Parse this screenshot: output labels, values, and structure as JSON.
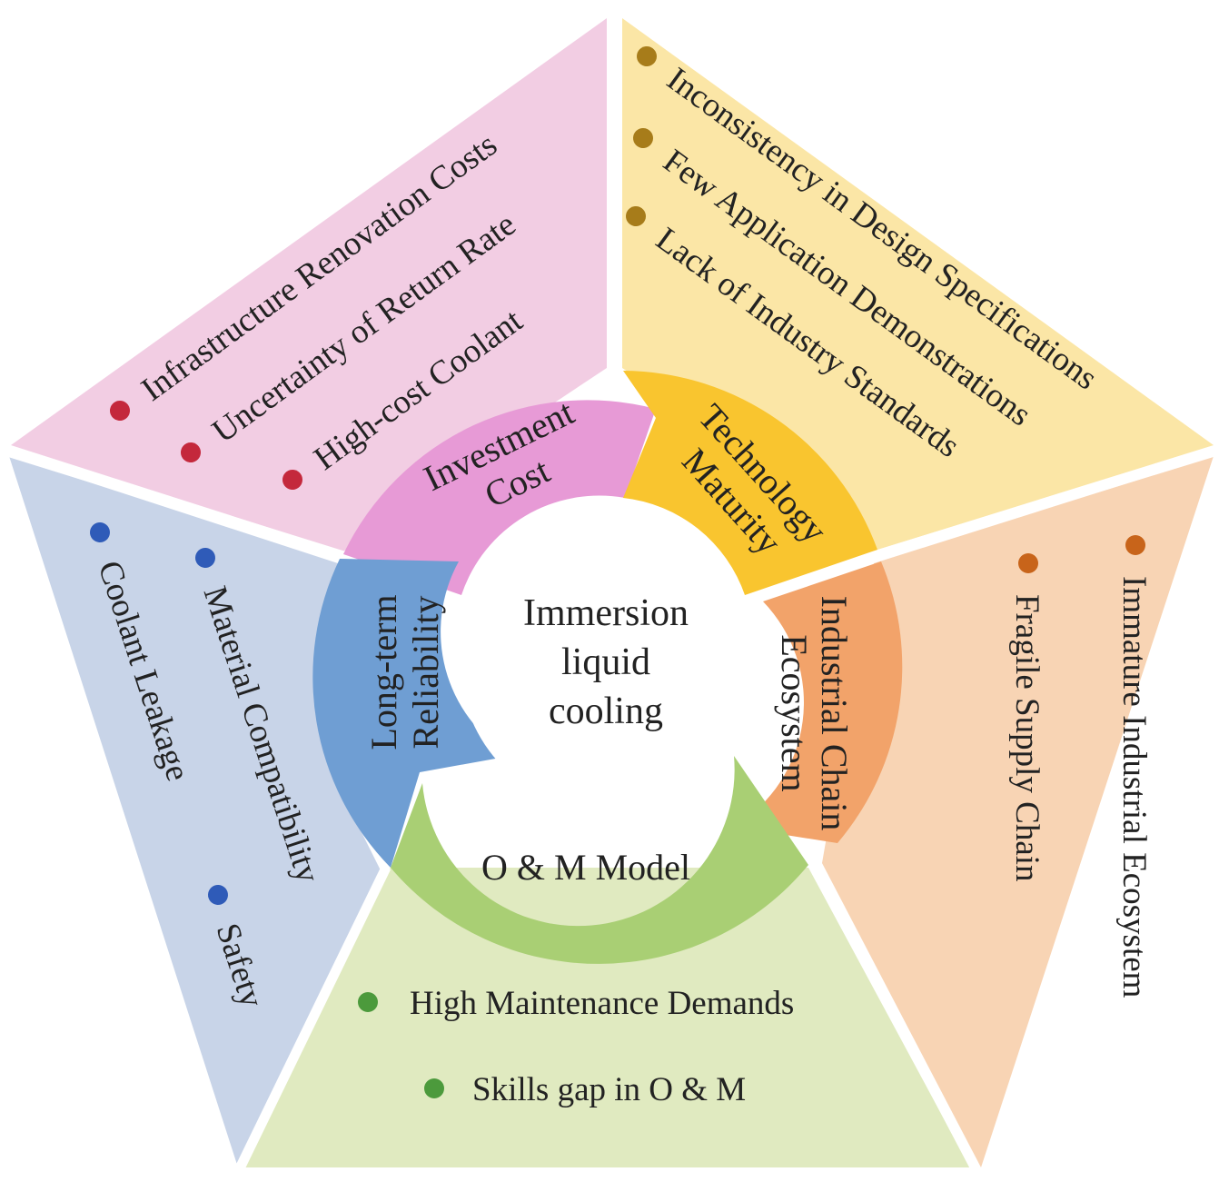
{
  "center": {
    "lines": [
      "Immersion",
      "liquid",
      "cooling"
    ]
  },
  "sections": [
    {
      "id": "investment",
      "ring_lines": [
        "Investment",
        "Cost"
      ],
      "bullets": [
        "Infrastructure Renovation Costs",
        "Uncertainty of Return Rate",
        "High-cost Coolant"
      ],
      "panel_color": "#f2cde3",
      "ring_color": "#e79ad6",
      "bullet_color": "#c4283c"
    },
    {
      "id": "technology",
      "ring_lines": [
        "Technology",
        "Maturity"
      ],
      "bullets": [
        "Inconsistency in Design Specifications",
        "Few Application Demonstrations",
        "Lack of Industry Standards"
      ],
      "panel_color": "#fbe6a6",
      "ring_color": "#f9c52f",
      "bullet_color": "#a77c1a"
    },
    {
      "id": "industrial",
      "ring_lines": [
        "Industrial Chain",
        "Ecosystem"
      ],
      "bullets": [
        "Immature Industrial Ecosystem",
        "Fragile Supply Chain"
      ],
      "panel_color": "#f8d4b4",
      "ring_color": "#f2a36a",
      "bullet_color": "#c8641a"
    },
    {
      "id": "om",
      "ring_lines": [
        "O & M Model"
      ],
      "bullets": [
        "High Maintenance Demands",
        "Skills gap in O & M"
      ],
      "panel_color": "#e0eac0",
      "ring_color": "#a9cf74",
      "bullet_color": "#4c9a3c"
    },
    {
      "id": "reliability",
      "ring_lines": [
        "Long-term",
        "Reliability"
      ],
      "bullets": [
        "Coolant Leakage",
        "Material Compatibility",
        "Safety"
      ],
      "panel_color": "#c8d4e8",
      "ring_color": "#6f9ed3",
      "bullet_color": "#2f5bb8"
    }
  ]
}
